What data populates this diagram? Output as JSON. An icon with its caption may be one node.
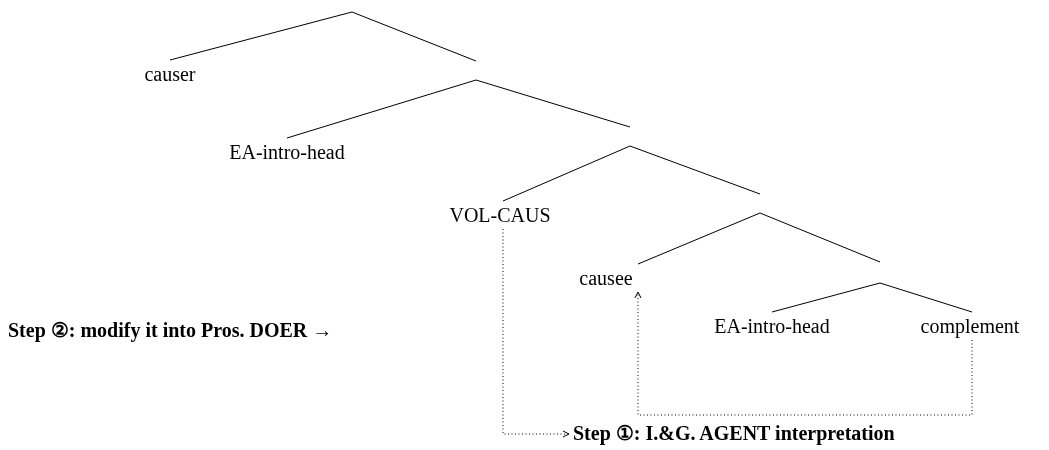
{
  "diagram": {
    "nodes": [
      {
        "text": [
          "causer"
        ]
      },
      {
        "text": [
          "EA-intro-head"
        ]
      },
      {
        "text": [
          "VOL-CAUS"
        ]
      },
      {
        "text": [
          "causee"
        ]
      },
      {
        "text": [
          "EA-intro-head"
        ]
      },
      {
        "text": [
          "complement"
        ]
      },
      {
        "text": [
          "Step ①: I.&G. AGENT interpretation"
        ]
      }
    ],
    "edges": [
      {
        "from": 2,
        "to": 6,
        "arrow": "to",
        "style": "dashed"
      },
      {
        "from": 5,
        "to": 3,
        "arrow": "to",
        "style": "dashed"
      }
    ],
    "labels": [
      "Step ②: modify it into Pros. DOER →"
    ]
  }
}
